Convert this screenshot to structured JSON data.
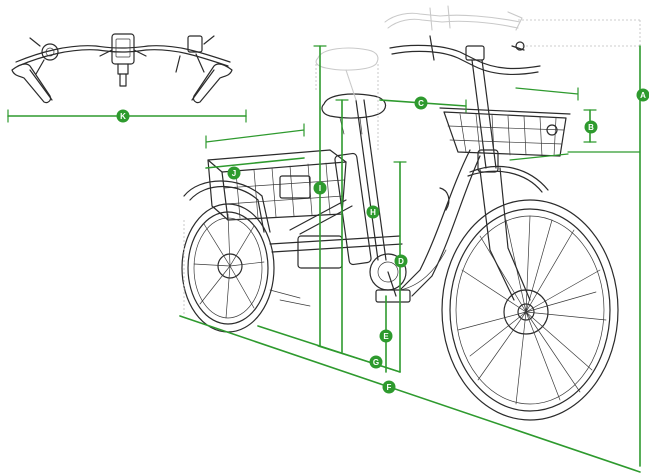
{
  "diagram": {
    "dimension_labels": {
      "A": "A",
      "B": "B",
      "C": "C",
      "D": "D",
      "E": "E",
      "F": "F",
      "G": "G",
      "H": "H",
      "I": "I",
      "J": "J",
      "K": "K"
    },
    "colors": {
      "dimension": "#2e9a2e",
      "line_art": "#2b2b2b",
      "ghost": "#c9c9c9"
    }
  }
}
